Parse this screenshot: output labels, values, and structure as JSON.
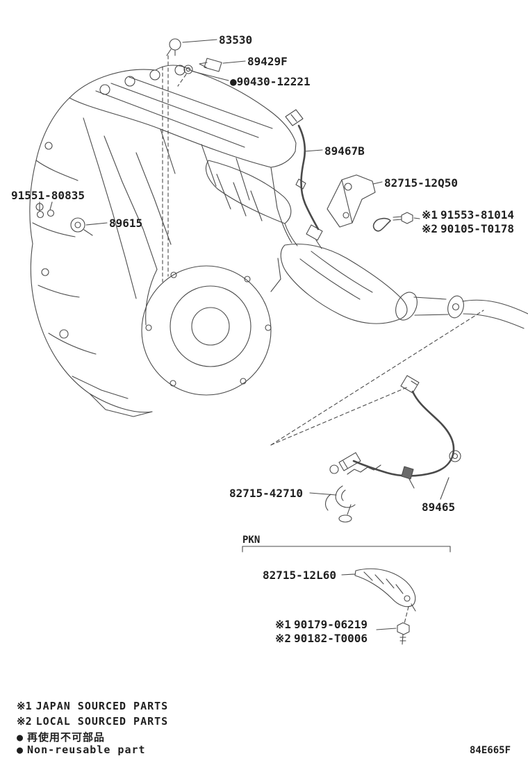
{
  "colors": {
    "ink": "#1f1f1f",
    "line": "#4a4a4a",
    "background": "#ffffff"
  },
  "code": "84E665F",
  "part_labels": [
    {
      "text": "83530"
    },
    {
      "text": "89429F"
    },
    {
      "marker": "●",
      "text": "90430-12221"
    },
    {
      "text": "89467B"
    },
    {
      "text": "82715-12Q50"
    },
    {
      "text": "91551-80835"
    },
    {
      "text": "89615"
    },
    {
      "marker": "※1",
      "text": "91553-81014"
    },
    {
      "marker": "※2",
      "text": "90105-T0178"
    },
    {
      "text": "82715-42710"
    },
    {
      "text": "89465"
    },
    {
      "text": "PKN"
    },
    {
      "text": "82715-12L60"
    },
    {
      "marker": "※1",
      "text": "90179-06219"
    },
    {
      "marker": "※2",
      "text": "90182-T0006"
    }
  ],
  "legend": [
    {
      "marker": "※1",
      "text": "JAPAN SOURCED PARTS"
    },
    {
      "marker": "※2",
      "text": "LOCAL SOURCED PARTS"
    },
    {
      "marker": "●",
      "text": "再使用不可部品"
    },
    {
      "marker": "●",
      "text": "Non-reusable part"
    }
  ]
}
